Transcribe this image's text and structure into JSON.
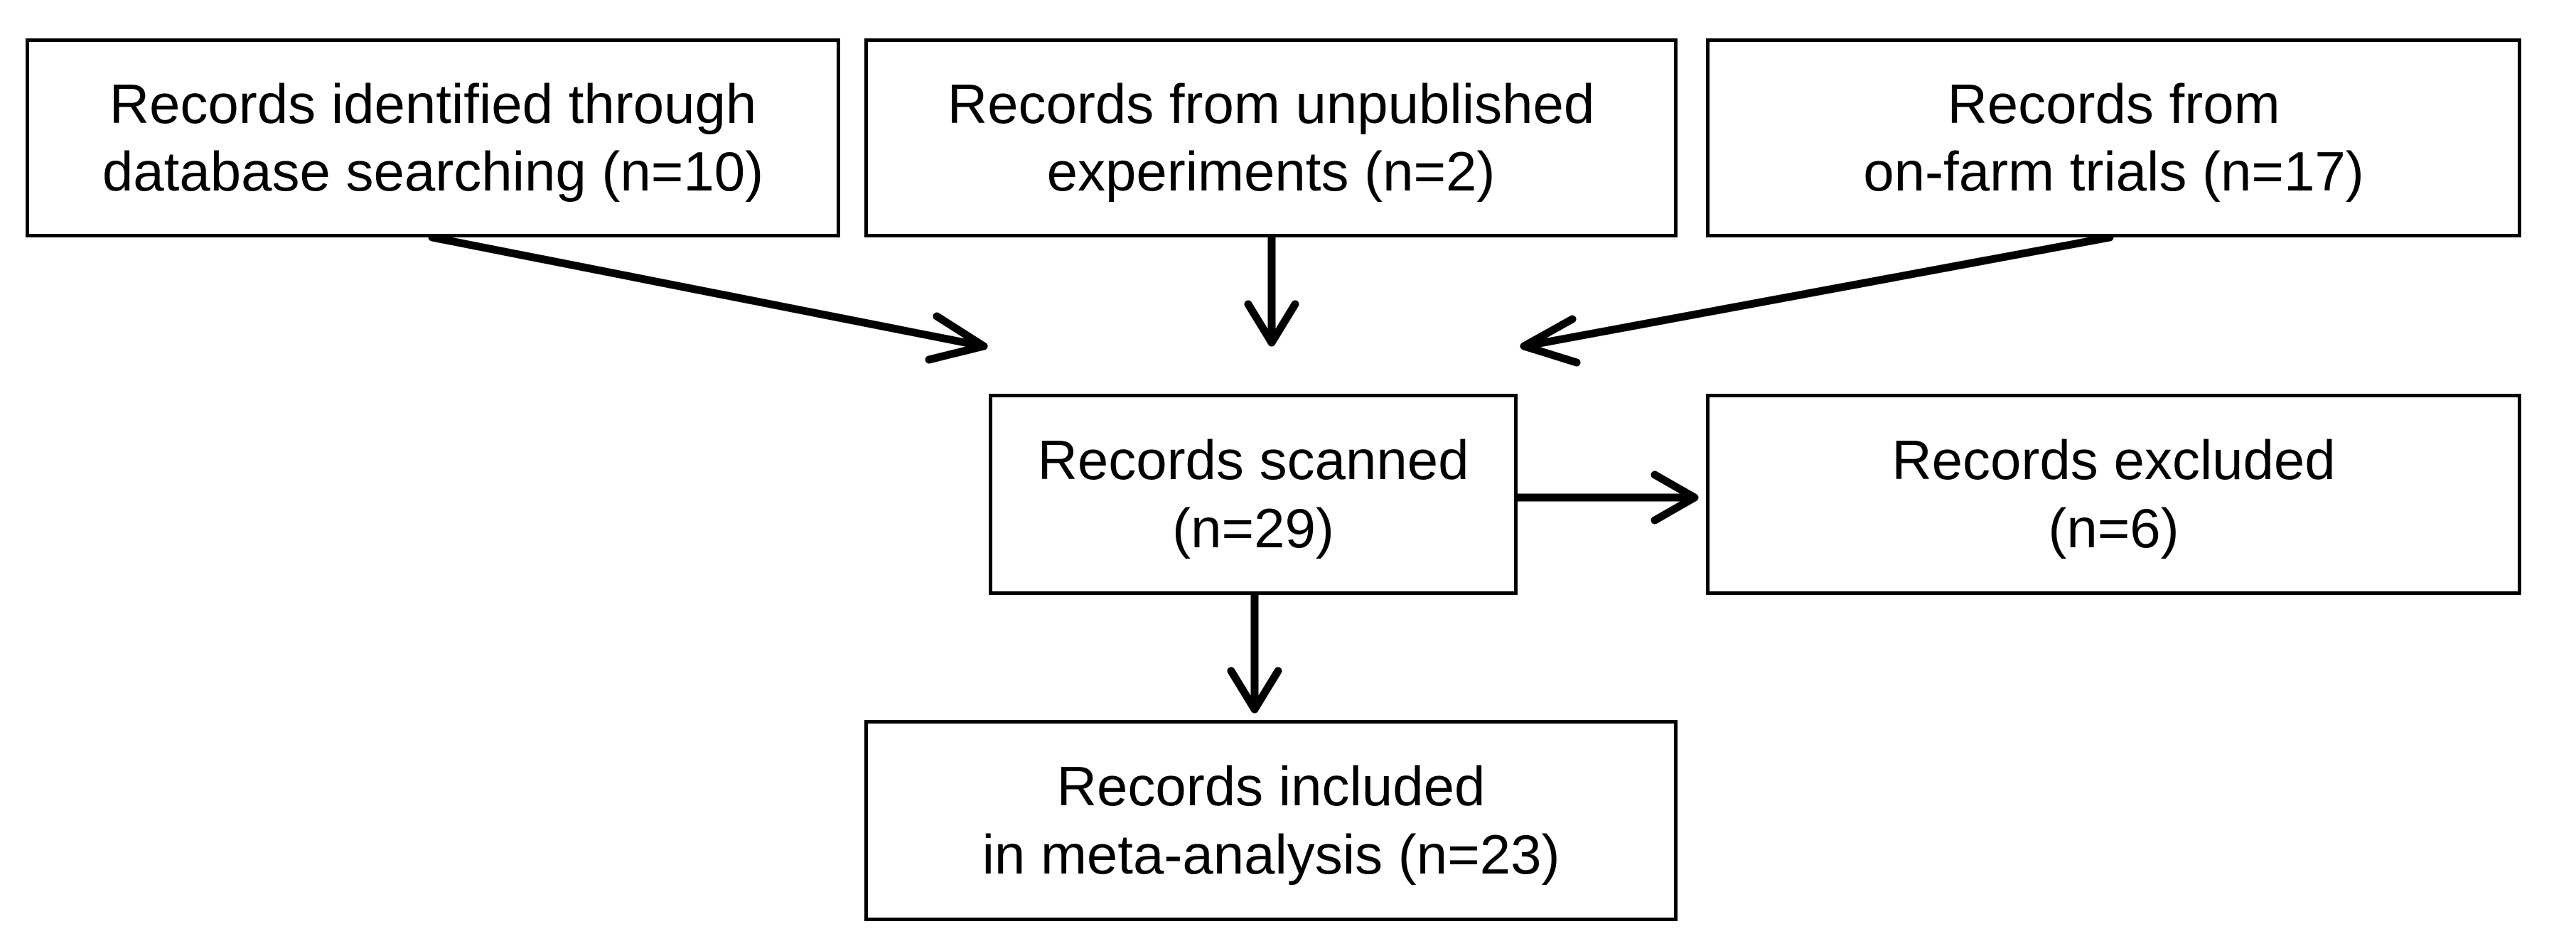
{
  "boxes": {
    "database": {
      "line1": "Records identified through",
      "line2": "database searching (n=10)"
    },
    "unpublished": {
      "line1": "Records from unpublished",
      "line2": "experiments (n=2)"
    },
    "onfarm": {
      "line1": "Records from",
      "line2": "on-farm trials (n=17)"
    },
    "scanned": {
      "line1": "Records scanned",
      "line2": "(n=29)"
    },
    "excluded": {
      "line1": "Records excluded",
      "line2": "(n=6)"
    },
    "included": {
      "line1": "Records included",
      "line2": "in meta-analysis (n=23)"
    }
  },
  "colors": {
    "stroke": "#000000",
    "background": "#ffffff"
  }
}
